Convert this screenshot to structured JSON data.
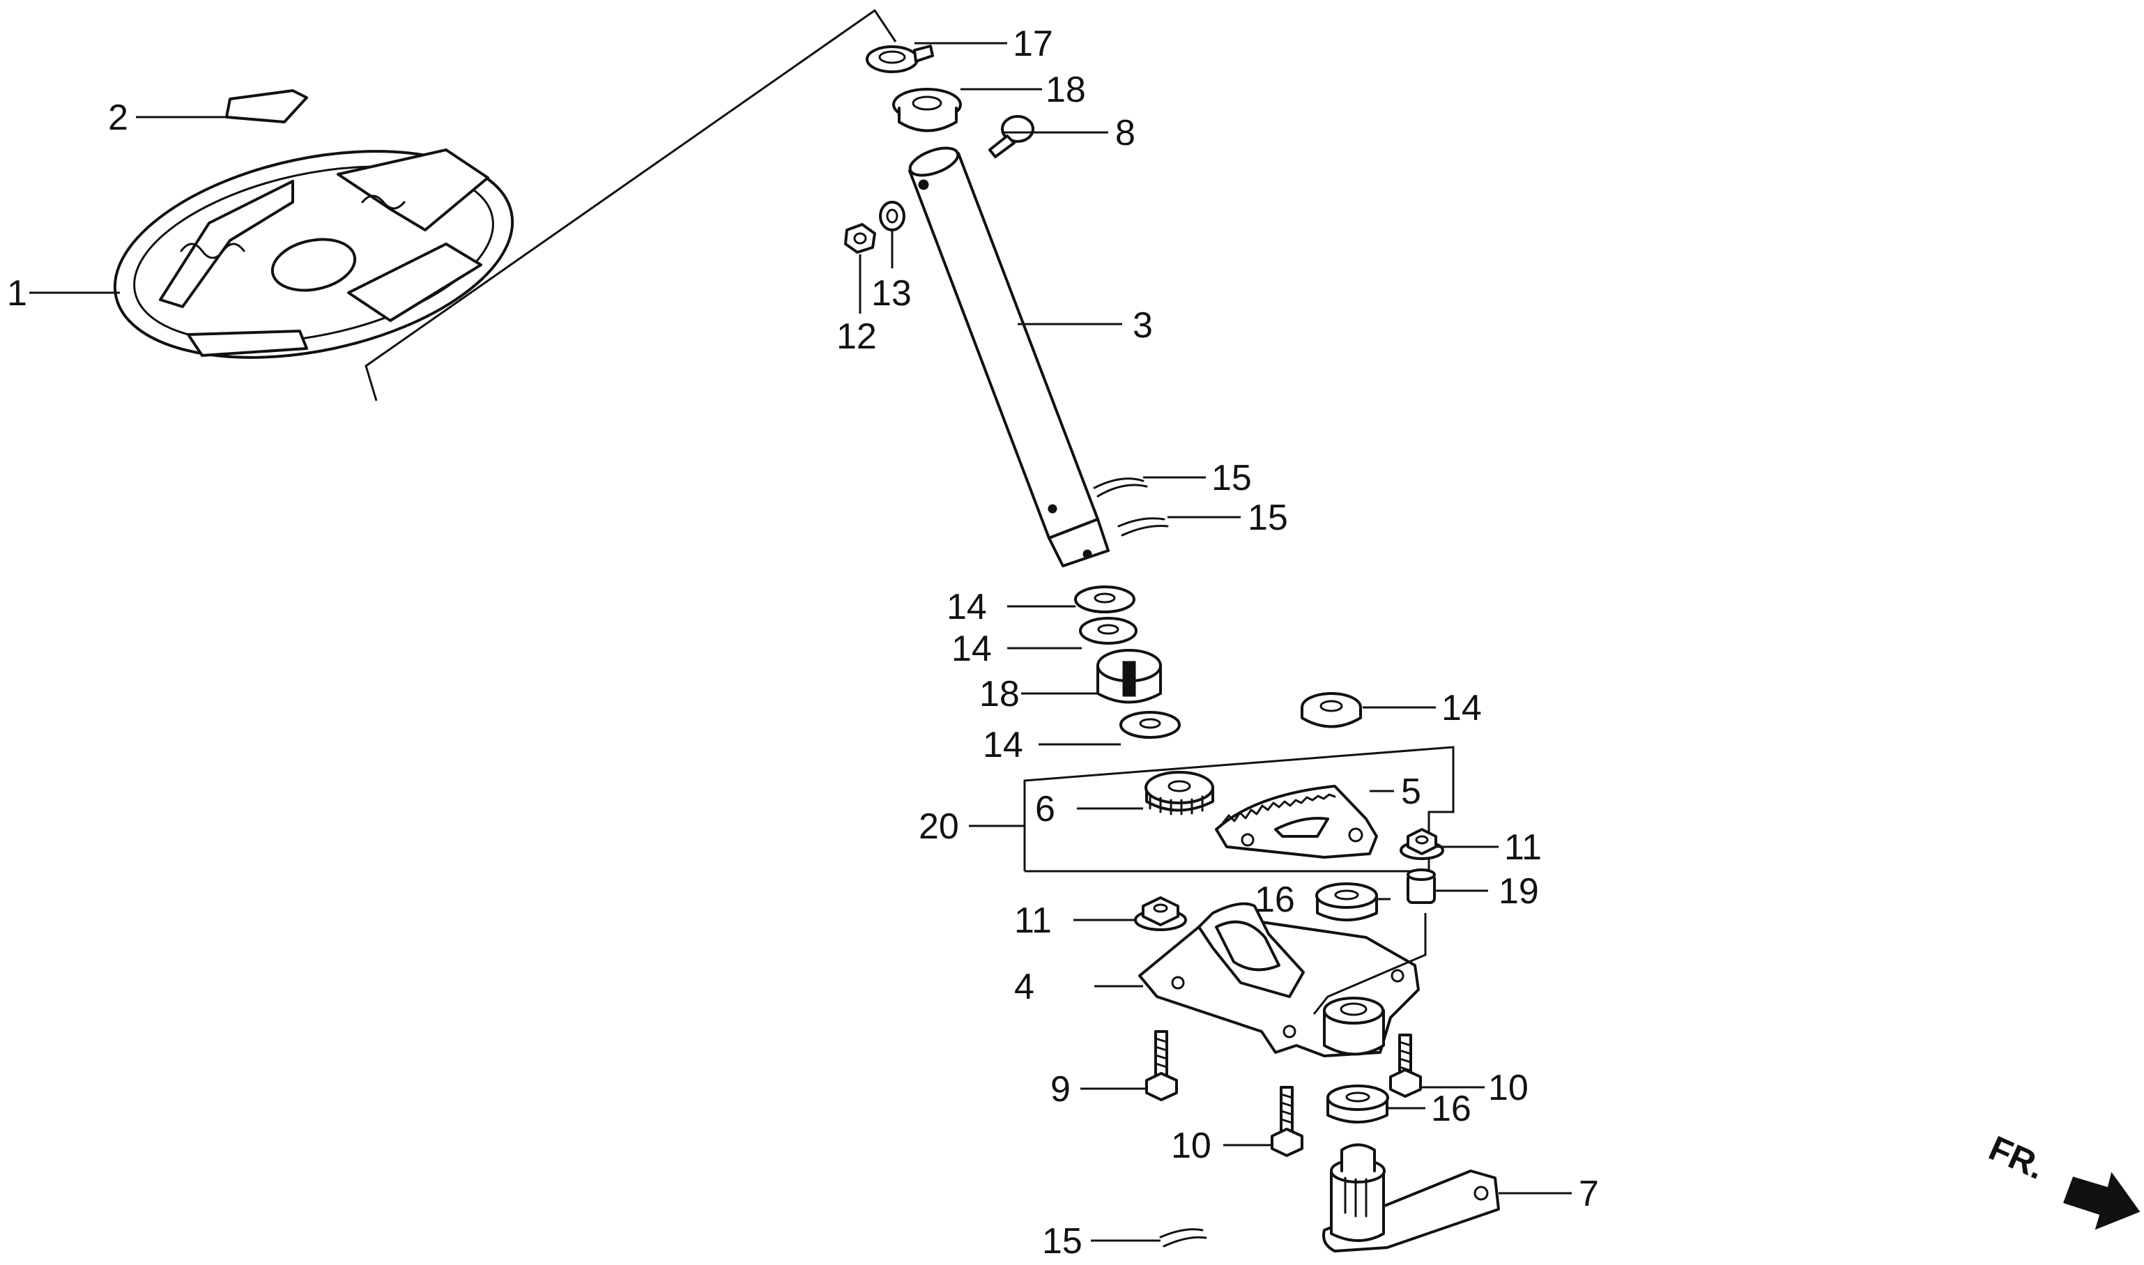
{
  "diagram": {
    "type": "exploded parts diagram",
    "subject": "steering wheel, steering column and gear assembly",
    "direction_label": "FR.",
    "callouts": {
      "c1": "1",
      "c2": "2",
      "c3": "3",
      "c4": "4",
      "c5": "5",
      "c6": "6",
      "c7": "7",
      "c8": "8",
      "c9": "9",
      "c10a": "10",
      "c10b": "10",
      "c11a": "11",
      "c11b": "11",
      "c12": "12",
      "c13": "13",
      "c14a": "14",
      "c14b": "14",
      "c14c": "14",
      "c14d": "14",
      "c15a": "15",
      "c15b": "15",
      "c15c": "15",
      "c16a": "16",
      "c16b": "16",
      "c17": "17",
      "c18a": "18",
      "c18b": "18",
      "c19": "19",
      "c20": "20"
    }
  }
}
